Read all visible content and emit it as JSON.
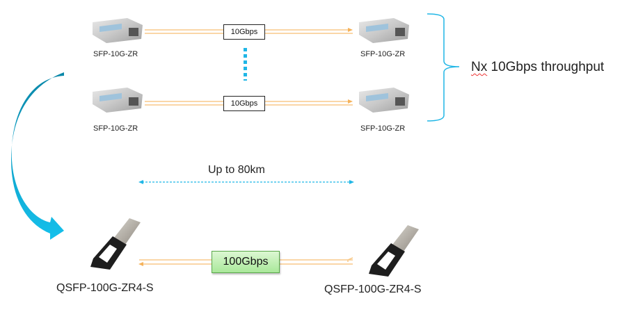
{
  "top_links": [
    {
      "left_module": "SFP-10G-ZR",
      "right_module": "SFP-10G-ZR",
      "rate": "10Gbps"
    },
    {
      "left_module": "SFP-10G-ZR",
      "right_module": "SFP-10G-ZR",
      "rate": "10Gbps"
    }
  ],
  "throughput": {
    "prefix": "Nx",
    "suffix": " 10Gbps throughput"
  },
  "distance_label": "Up to 80km",
  "bottom_link": {
    "left_module": "QSFP-100G-ZR4-S",
    "right_module": "QSFP-100G-ZR4-S",
    "rate": "100Gbps"
  },
  "colors": {
    "fiber_line": "#f8c98a",
    "fiber_arrow": "#f5b25a",
    "accent_blue": "#1fb6e6",
    "dark_blue": "#0a8db0",
    "rate_box_green": "#a9e89a"
  }
}
